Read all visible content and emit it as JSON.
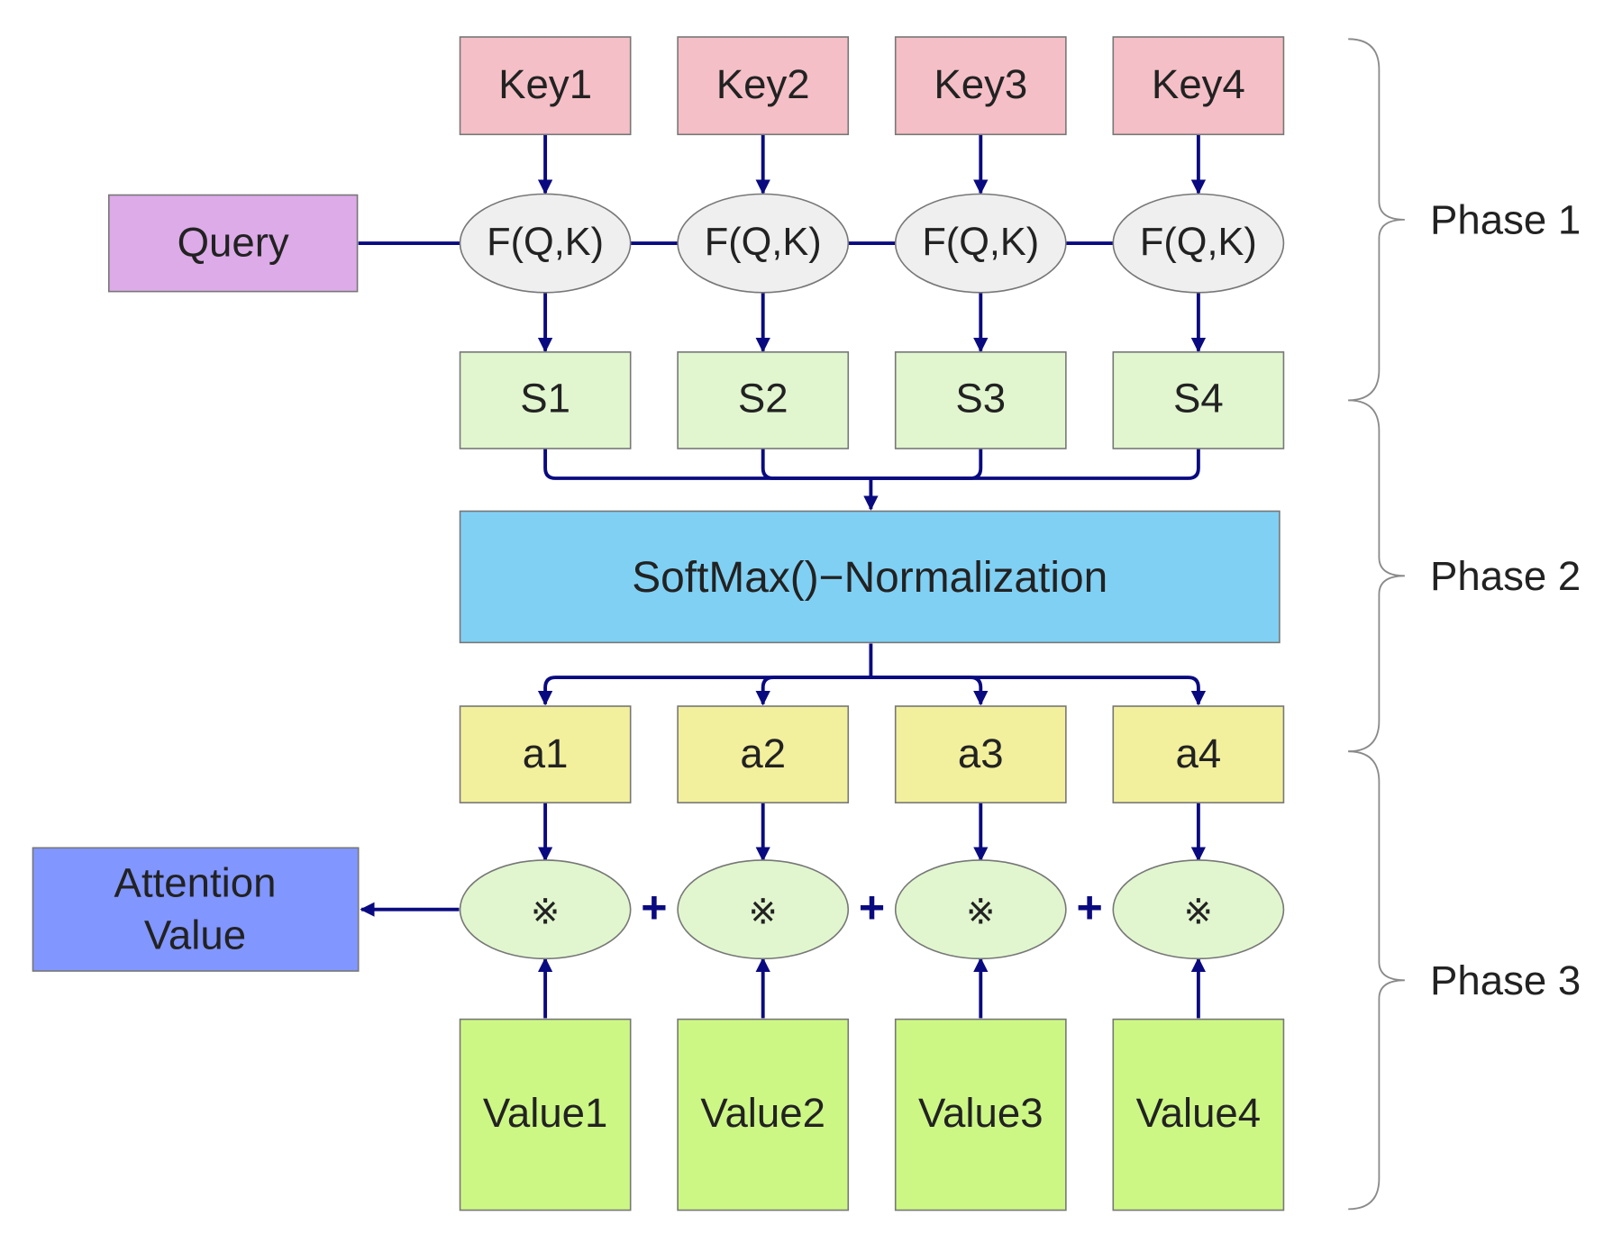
{
  "keys": [
    "Key1",
    "Key2",
    "Key3",
    "Key4"
  ],
  "query": "Query",
  "score_func": "F(Q,K)",
  "scores": [
    "S1",
    "S2",
    "S3",
    "S4"
  ],
  "softmax": "SoftMax()−Normalization",
  "weights": [
    "a1",
    "a2",
    "a3",
    "a4"
  ],
  "multiply_symbol": "※",
  "plus_symbol": "+",
  "attention_value": [
    "Attention",
    "Value"
  ],
  "values": [
    "Value1",
    "Value2",
    "Value3",
    "Value4"
  ],
  "phases": [
    "Phase 1",
    "Phase 2",
    "Phase 3"
  ],
  "colors": {
    "key": "#f4bfc6",
    "query": "#ddabe8",
    "func": "#efefef",
    "score": "#e1f6cf",
    "softmax": "#80d0f4",
    "weight": "#f2f09c",
    "mult": "#e1f6cf",
    "value": "#cdf785",
    "attention": "#8196ff",
    "arrow": "#0a0a80",
    "border": "#777777"
  }
}
